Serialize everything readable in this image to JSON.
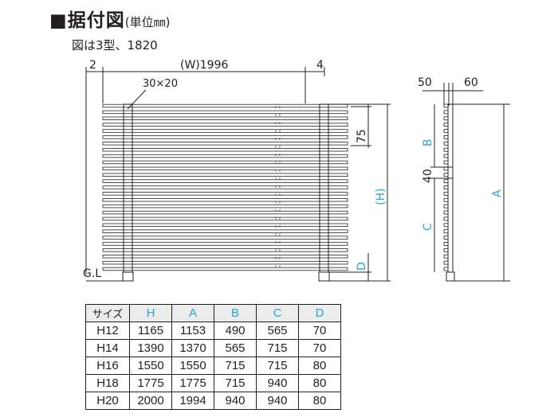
{
  "title": {
    "main": "■据付図",
    "unit": "(単位㎜)"
  },
  "subtitle": "図は3型、1820",
  "front_view": {
    "dim_left_end": "2",
    "dim_width": "(W)1996",
    "dim_right_end": "4",
    "rail_size": "30×20",
    "dim_pitch": "75",
    "dim_height": "(H)",
    "dim_d": "D",
    "ground_label": "G.L"
  },
  "side_view": {
    "dim_depth_1": "50",
    "dim_depth_2": "60",
    "dim_b": "B",
    "dim_gap": "40",
    "dim_c": "C",
    "dim_a": "A"
  },
  "size_table": {
    "headers": [
      "サイズ",
      "H",
      "A",
      "B",
      "C",
      "D"
    ],
    "rows": [
      [
        "H12",
        "1165",
        "1153",
        "490",
        "565",
        "70"
      ],
      [
        "H14",
        "1390",
        "1370",
        "565",
        "715",
        "70"
      ],
      [
        "H16",
        "1550",
        "1550",
        "715",
        "715",
        "80"
      ],
      [
        "H18",
        "1775",
        "1775",
        "715",
        "940",
        "80"
      ],
      [
        "H20",
        "2000",
        "1994",
        "940",
        "940",
        "80"
      ]
    ]
  },
  "colors": {
    "line": "#231f20",
    "dimension_blue": "#29a4d6",
    "header_fill": "#ececec"
  }
}
